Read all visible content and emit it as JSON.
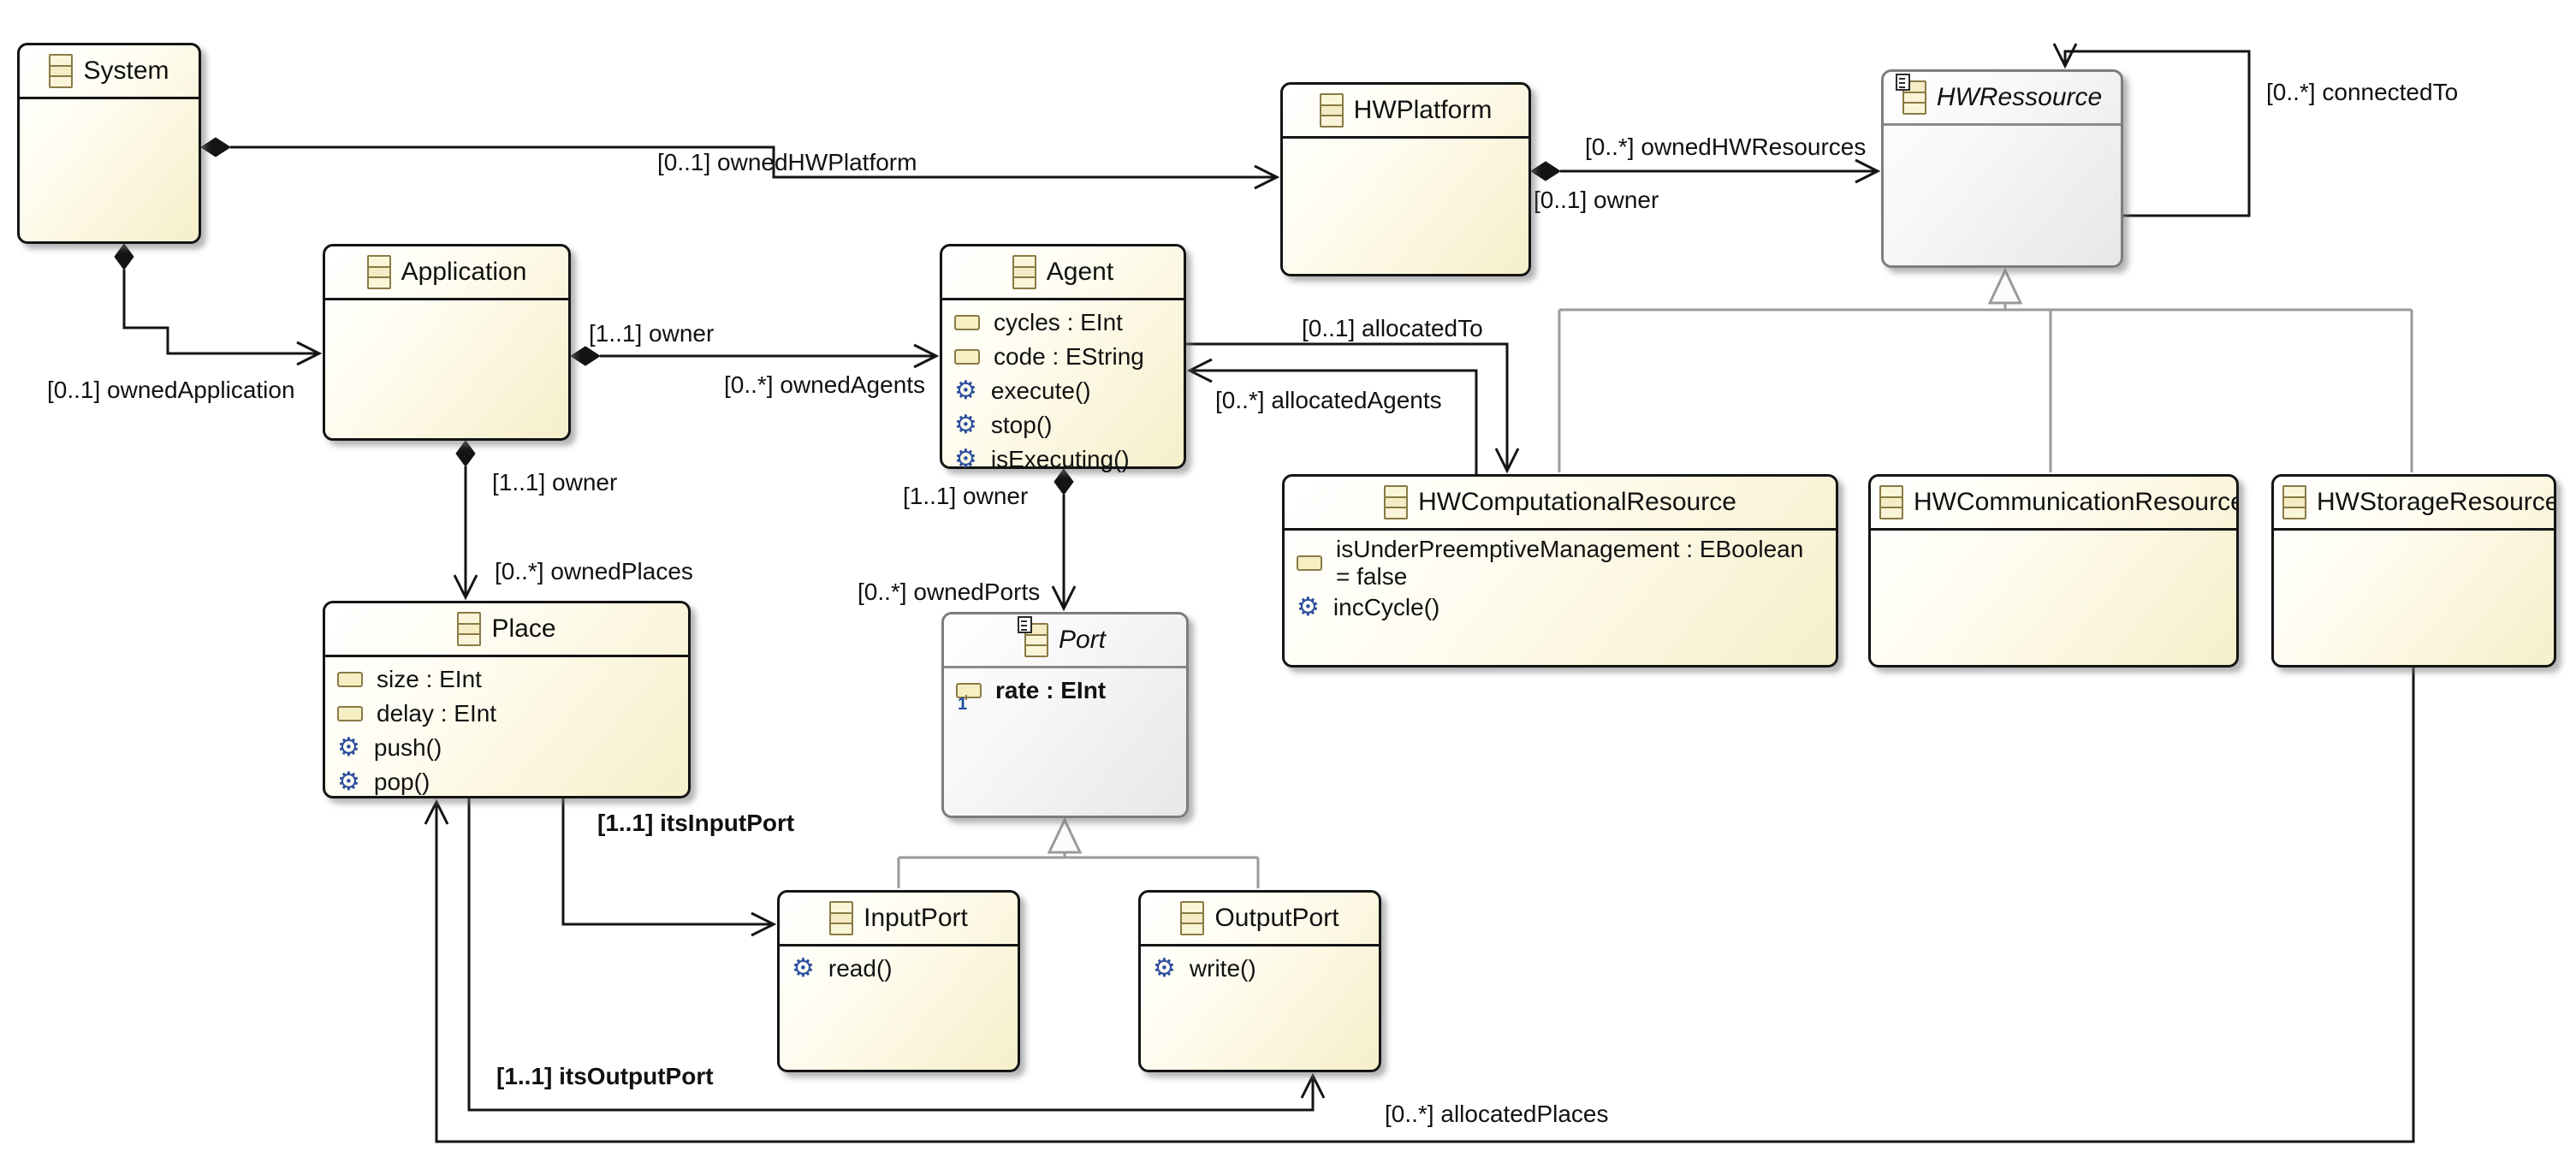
{
  "classes": {
    "system": {
      "name": "System",
      "attributes": [],
      "operations": []
    },
    "hwplatform": {
      "name": "HWPlatform",
      "attributes": [],
      "operations": []
    },
    "hwressource": {
      "name": "HWRessource",
      "abstract": true,
      "attributes": [],
      "operations": []
    },
    "application": {
      "name": "Application",
      "attributes": [],
      "operations": []
    },
    "agent": {
      "name": "Agent",
      "attributes": [
        "cycles : EInt",
        "code : EString"
      ],
      "operations": [
        "execute()",
        "stop()",
        "isExecuting()"
      ]
    },
    "hwcomputationalresource": {
      "name": "HWComputationalResource",
      "attributes": [
        "isUnderPreemptiveManagement : EBoolean = false"
      ],
      "operations": [
        "incCycle()"
      ]
    },
    "hwcommunicationresource": {
      "name": "HWCommunicationResource",
      "attributes": [],
      "operations": []
    },
    "hwstorageresource": {
      "name": "HWStorageResource",
      "attributes": [],
      "operations": []
    },
    "place": {
      "name": "Place",
      "attributes": [
        "size : EInt",
        "delay : EInt"
      ],
      "operations": [
        "push()",
        "pop()"
      ]
    },
    "port": {
      "name": "Port",
      "abstract": true,
      "attributes": [
        "rate : EInt"
      ],
      "operations": []
    },
    "inputport": {
      "name": "InputPort",
      "attributes": [],
      "operations": [
        "read()"
      ]
    },
    "outputport": {
      "name": "OutputPort",
      "attributes": [],
      "operations": [
        "write()"
      ]
    }
  },
  "edge_labels": {
    "ownedHWPlatform": "[0..1] ownedHWPlatform",
    "ownedHWResources": "[0..*] ownedHWResources",
    "hwOwner": "[0..1] owner",
    "connectedTo": "[0..*] connectedTo",
    "ownedApplication": "[0..1] ownedApplication",
    "agentsOwner": "[1..1] owner",
    "ownedAgents": "[0..*] ownedAgents",
    "allocatedTo": "[0..1] allocatedTo",
    "allocatedAgents": "[0..*] allocatedAgents",
    "placesOwner": "[1..1] owner",
    "ownedPlaces": "[0..*] ownedPlaces",
    "portsOwner": "[1..1] owner",
    "ownedPorts": "[0..*] ownedPorts",
    "itsInputPort": "[1..1] itsInputPort",
    "itsOutputPort": "[1..1] itsOutputPort",
    "allocatedPlaces": "[0..*] allocatedPlaces"
  },
  "colors": {
    "class_border": "#141414",
    "class_fill_start": "#ffffff",
    "class_fill_end": "#f6efca",
    "abstract_border": "#7d7d7d",
    "abstract_fill_end": "#e7e7e7",
    "icon_border": "#8a7a45",
    "icon_fill": "#f5efc3",
    "operation_icon_blue": "#2d4e9e",
    "edge_black": "#141414",
    "inheritance_gray": "#9a9a9a"
  }
}
